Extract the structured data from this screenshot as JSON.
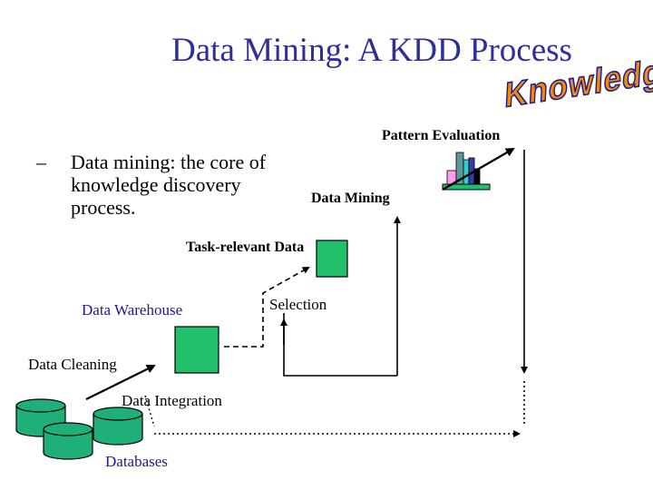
{
  "slide": {
    "title": "Data Mining: A KDD Process",
    "knowledge_wordart": "Knowledge",
    "bullet_dash": "–",
    "bullet_text": "Data mining: the core of knowledge discovery process."
  },
  "labels": {
    "pattern_evaluation": "Pattern Evaluation",
    "data_mining": "Data Mining",
    "task_relevant_data": "Task-relevant Data",
    "selection": "Selection",
    "data_warehouse": "Data Warehouse",
    "data_cleaning": "Data Cleaning",
    "data_integration": "Data Integration",
    "databases": "Databases"
  },
  "colors": {
    "title": "#2e2e9c",
    "blue_label": "#1a1a8c",
    "box_green": "#22c06a",
    "db_teal": "#1fb07a",
    "knowledge_fill": "#f08a0c",
    "knowledge_outline": "#1a1a8c"
  }
}
